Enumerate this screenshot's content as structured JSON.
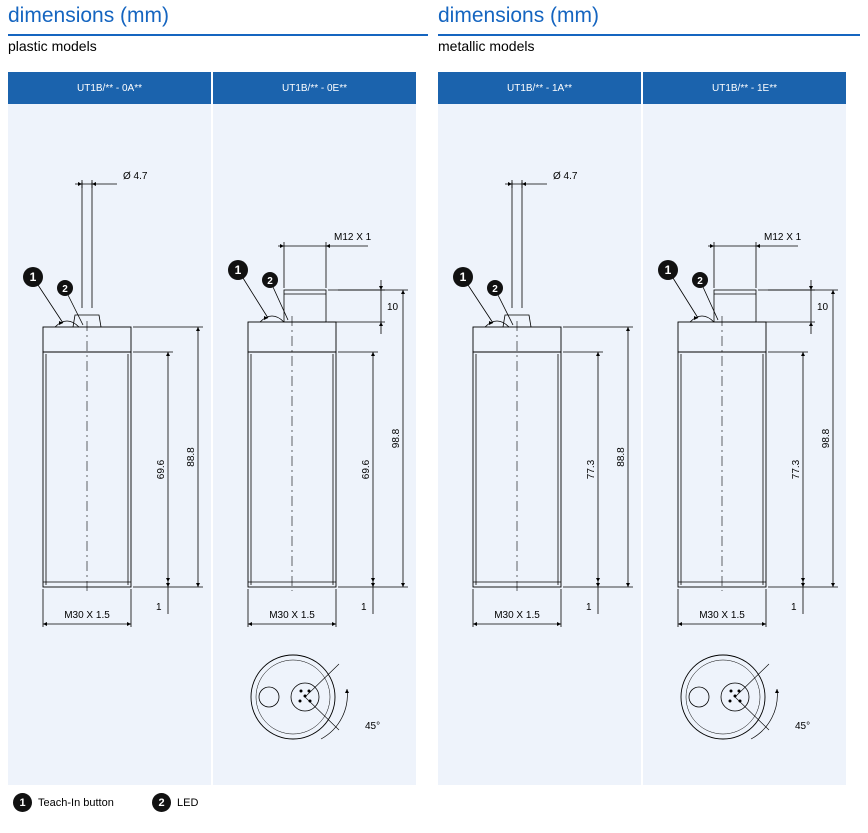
{
  "sections": [
    {
      "title": "dimensions (mm)",
      "subtitle": "plastic models"
    },
    {
      "title": "dimensions (mm)",
      "subtitle": "metallic models"
    }
  ],
  "panels": [
    {
      "model": "UT1B/** - 0A**",
      "connector": "cable",
      "diameter": "Ø  4.7",
      "thread": "M30 X 1.5",
      "inner_length": "69.6",
      "total_length": "88.8",
      "thread_end": "1",
      "marker_1": "1",
      "marker_2": "2"
    },
    {
      "model": "UT1B/** - 0E**",
      "connector": "M12",
      "connector_label": "M12 X 1",
      "connector_length": "10",
      "thread": "M30 X 1.5",
      "inner_length": "69.6",
      "total_length": "98.8",
      "thread_end": "1",
      "angle": "45°",
      "marker_1": "1",
      "marker_2": "2"
    },
    {
      "model": "UT1B/** - 1A**",
      "connector": "cable",
      "diameter": "Ø  4.7",
      "thread": "M30 X 1.5",
      "inner_length": "77.3",
      "total_length": "88.8",
      "thread_end": "1",
      "marker_1": "1",
      "marker_2": "2"
    },
    {
      "model": "UT1B/** - 1E**",
      "connector": "M12",
      "connector_label": "M12 X 1",
      "connector_length": "10",
      "thread": "M30 X 1.5",
      "inner_length": "77.3",
      "total_length": "98.8",
      "thread_end": "1",
      "angle": "45°",
      "marker_1": "1",
      "marker_2": "2"
    }
  ],
  "legend": [
    {
      "number": "1",
      "label": "Teach-In button"
    },
    {
      "number": "2",
      "label": "LED"
    }
  ],
  "colors": {
    "accent": "#1565c0",
    "header_fill": "#1b63ad",
    "panel_bg": "#eef3fb"
  }
}
